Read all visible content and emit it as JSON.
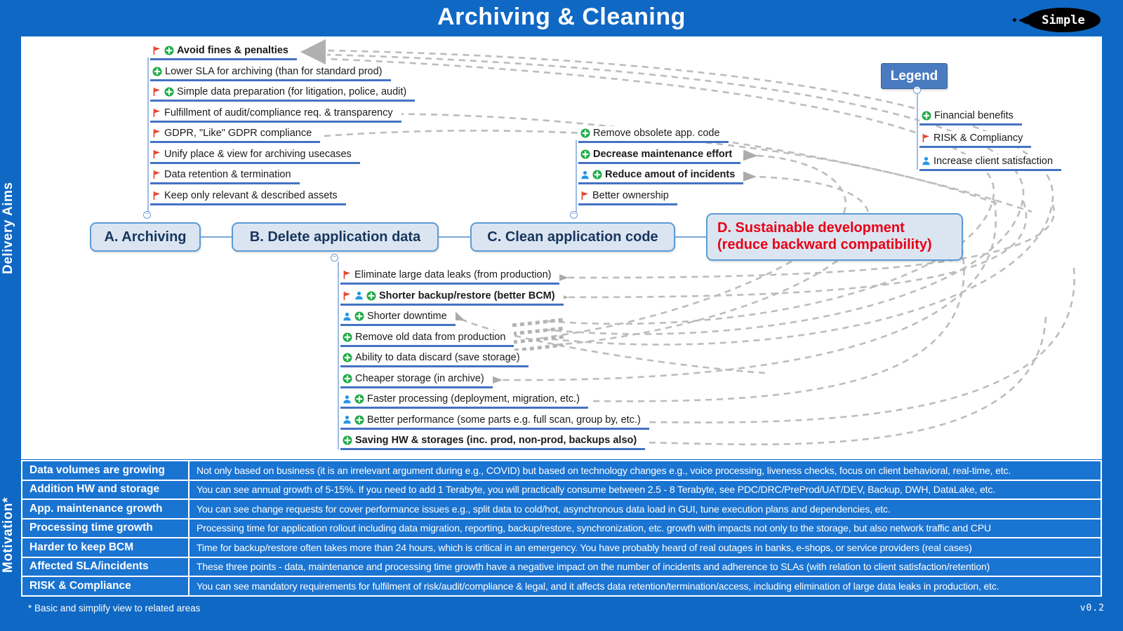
{
  "header": {
    "title": "Archiving & Cleaning",
    "badge": "Simple"
  },
  "sidebar": {
    "top_label": "Delivery Aims",
    "bottom_label": "Motivation*"
  },
  "colors": {
    "page_blue": "#0f68c4",
    "table_row_blue": "#1a74d2",
    "underline_blue": "#4472c4",
    "node_text_navy": "#17365d",
    "node_d_red": "#e80016",
    "financial_green": "#21ac49",
    "risk_red": "#e8402a",
    "client_blue": "#2496e8"
  },
  "mindmap": {
    "nodes": {
      "a": {
        "label": "A. Archiving"
      },
      "b": {
        "label": "B. Delete application data"
      },
      "c": {
        "label": "C. Clean application code"
      },
      "d": {
        "label_line1": "D. Sustainable development",
        "label_line2": "(reduce backward compatibility)"
      }
    },
    "archiving_items": [
      {
        "icons": [
          "flag",
          "plus"
        ],
        "label": "Avoid fines & penalties",
        "bold": true
      },
      {
        "icons": [
          "plus"
        ],
        "label": "Lower SLA for archiving (than for standard prod)"
      },
      {
        "icons": [
          "flag",
          "plus"
        ],
        "label": "Simple data preparation (for litigation, police, audit)"
      },
      {
        "icons": [
          "flag"
        ],
        "label": "Fulfillment of audit/compliance req. & transparency"
      },
      {
        "icons": [
          "flag"
        ],
        "label": "GDPR, \"Like\" GDPR compliance"
      },
      {
        "icons": [
          "flag"
        ],
        "label": "Unify place & view for archiving usecases"
      },
      {
        "icons": [
          "flag"
        ],
        "label": "Data retention & termination"
      },
      {
        "icons": [
          "flag"
        ],
        "label": "Keep only relevant & described assets"
      }
    ],
    "clean_items": [
      {
        "icons": [
          "plus"
        ],
        "label": "Remove obsolete app. code"
      },
      {
        "icons": [
          "plus"
        ],
        "label": "Decrease maintenance effort",
        "bold": true
      },
      {
        "icons": [
          "person",
          "plus"
        ],
        "label": "Reduce amout of incidents",
        "bold": true
      },
      {
        "icons": [
          "flag"
        ],
        "label": "Better ownership"
      }
    ],
    "delete_items": [
      {
        "icons": [
          "flag"
        ],
        "label": "Eliminate large data leaks (from production)"
      },
      {
        "icons": [
          "flag",
          "person",
          "plus"
        ],
        "label": "Shorter backup/restore (better BCM)",
        "bold": true
      },
      {
        "icons": [
          "person",
          "plus"
        ],
        "label": "Shorter downtime"
      },
      {
        "icons": [
          "plus"
        ],
        "label": "Remove old data from production"
      },
      {
        "icons": [
          "plus"
        ],
        "label": "Ability to data discard (save storage)"
      },
      {
        "icons": [
          "plus"
        ],
        "label": "Cheaper storage (in archive)"
      },
      {
        "icons": [
          "person",
          "plus"
        ],
        "label": "Faster processing (deployment, migration, etc.)"
      },
      {
        "icons": [
          "person",
          "plus"
        ],
        "label": "Better performance (some parts e.g. full scan, group by, etc.)"
      },
      {
        "icons": [
          "plus"
        ],
        "label": "Saving HW & storages (inc. prod, non-prod, backups also)",
        "bold": true
      }
    ],
    "legend": {
      "title": "Legend",
      "items": [
        {
          "icons": [
            "plus"
          ],
          "label": "Financial benefits"
        },
        {
          "icons": [
            "flag"
          ],
          "label": "RISK & Compliancy"
        },
        {
          "icons": [
            "person"
          ],
          "label": "Increase client satisfaction"
        }
      ]
    }
  },
  "motivation_table": {
    "rows": [
      {
        "label": "Data volumes are growing",
        "text": "Not only based on business (it is an irrelevant argument during e.g., COVID) but based on technology changes e.g., voice processing, liveness checks, focus on client behavioral, real-time, etc."
      },
      {
        "label": "Addition HW and storage",
        "text": "You can see annual growth of 5-15%. If you need to add 1 Terabyte, you will practically consume between 2.5 - 8 Terabyte, see PDC/DRC/PreProd/UAT/DEV, Backup, DWH, DataLake, etc."
      },
      {
        "label": "App. maintenance growth",
        "text": "You can see change requests for cover performance issues e.g., split data to cold/hot, asynchronous data load in GUI, tune execution plans and dependencies, etc."
      },
      {
        "label": "Processing time growth",
        "text": "Processing time for application rollout including data migration, reporting, backup/restore, synchronization, etc. growth with impacts not only to the storage, but also network traffic and CPU"
      },
      {
        "label": "Harder to keep BCM",
        "text": "Time for backup/restore often takes more than 24 hours, which is critical in an emergency. You have probably heard of real outages in banks, e-shops, or service providers (real cases)"
      },
      {
        "label": "Affected SLA/incidents",
        "text": "These three points - data, maintenance and processing time growth have a negative impact on the number of incidents and adherence to SLAs (with relation to client satisfaction/retention)"
      },
      {
        "label": "RISK & Compliance",
        "text": "You can see mandatory requirements for fulfilment of risk/audit/compliance & legal, and it affects data retention/termination/access, including elimination of large data leaks in production, etc."
      }
    ]
  },
  "footer": {
    "note": "* Basic and simplify view to related areas",
    "version": "v0.2"
  }
}
